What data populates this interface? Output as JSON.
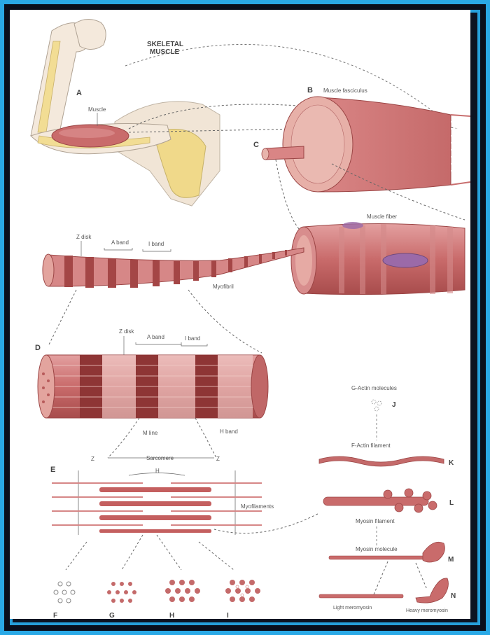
{
  "diagram": {
    "title_line1": "SKELETAL",
    "title_line2": "MUSCLE",
    "labels": {
      "A": "A",
      "B": "B",
      "C": "C",
      "D": "D",
      "E": "E",
      "F": "F",
      "G": "G",
      "H": "H",
      "I": "I",
      "J": "J",
      "K": "K",
      "L": "L",
      "M": "M",
      "N": "N"
    },
    "muscle": "Muscle",
    "muscle_fasciculus": "Muscle fasciculus",
    "muscle_fiber": "Muscle fiber",
    "myofibril": "Myofibril",
    "z_disk": "Z disk",
    "z_disk_2": "Z disk",
    "a_band": "A band",
    "i_band": "I band",
    "a_band_2": "A band",
    "i_band_2": "I band",
    "h_band": "H band",
    "m_line": "M line",
    "h_zone": "H",
    "sarcomere": "Sarcomere",
    "z_left": "Z",
    "z_right": "Z",
    "myofilaments": "Myofilaments",
    "g_actin": "G-Actin molecules",
    "f_actin": "F-Actin filament",
    "myosin_filament": "Myosin filament",
    "myosin_molecule": "Myosin molecule",
    "light_meromyosin": "Light meromyosin",
    "heavy_meromyosin": "Heavy meromyosin"
  }
}
